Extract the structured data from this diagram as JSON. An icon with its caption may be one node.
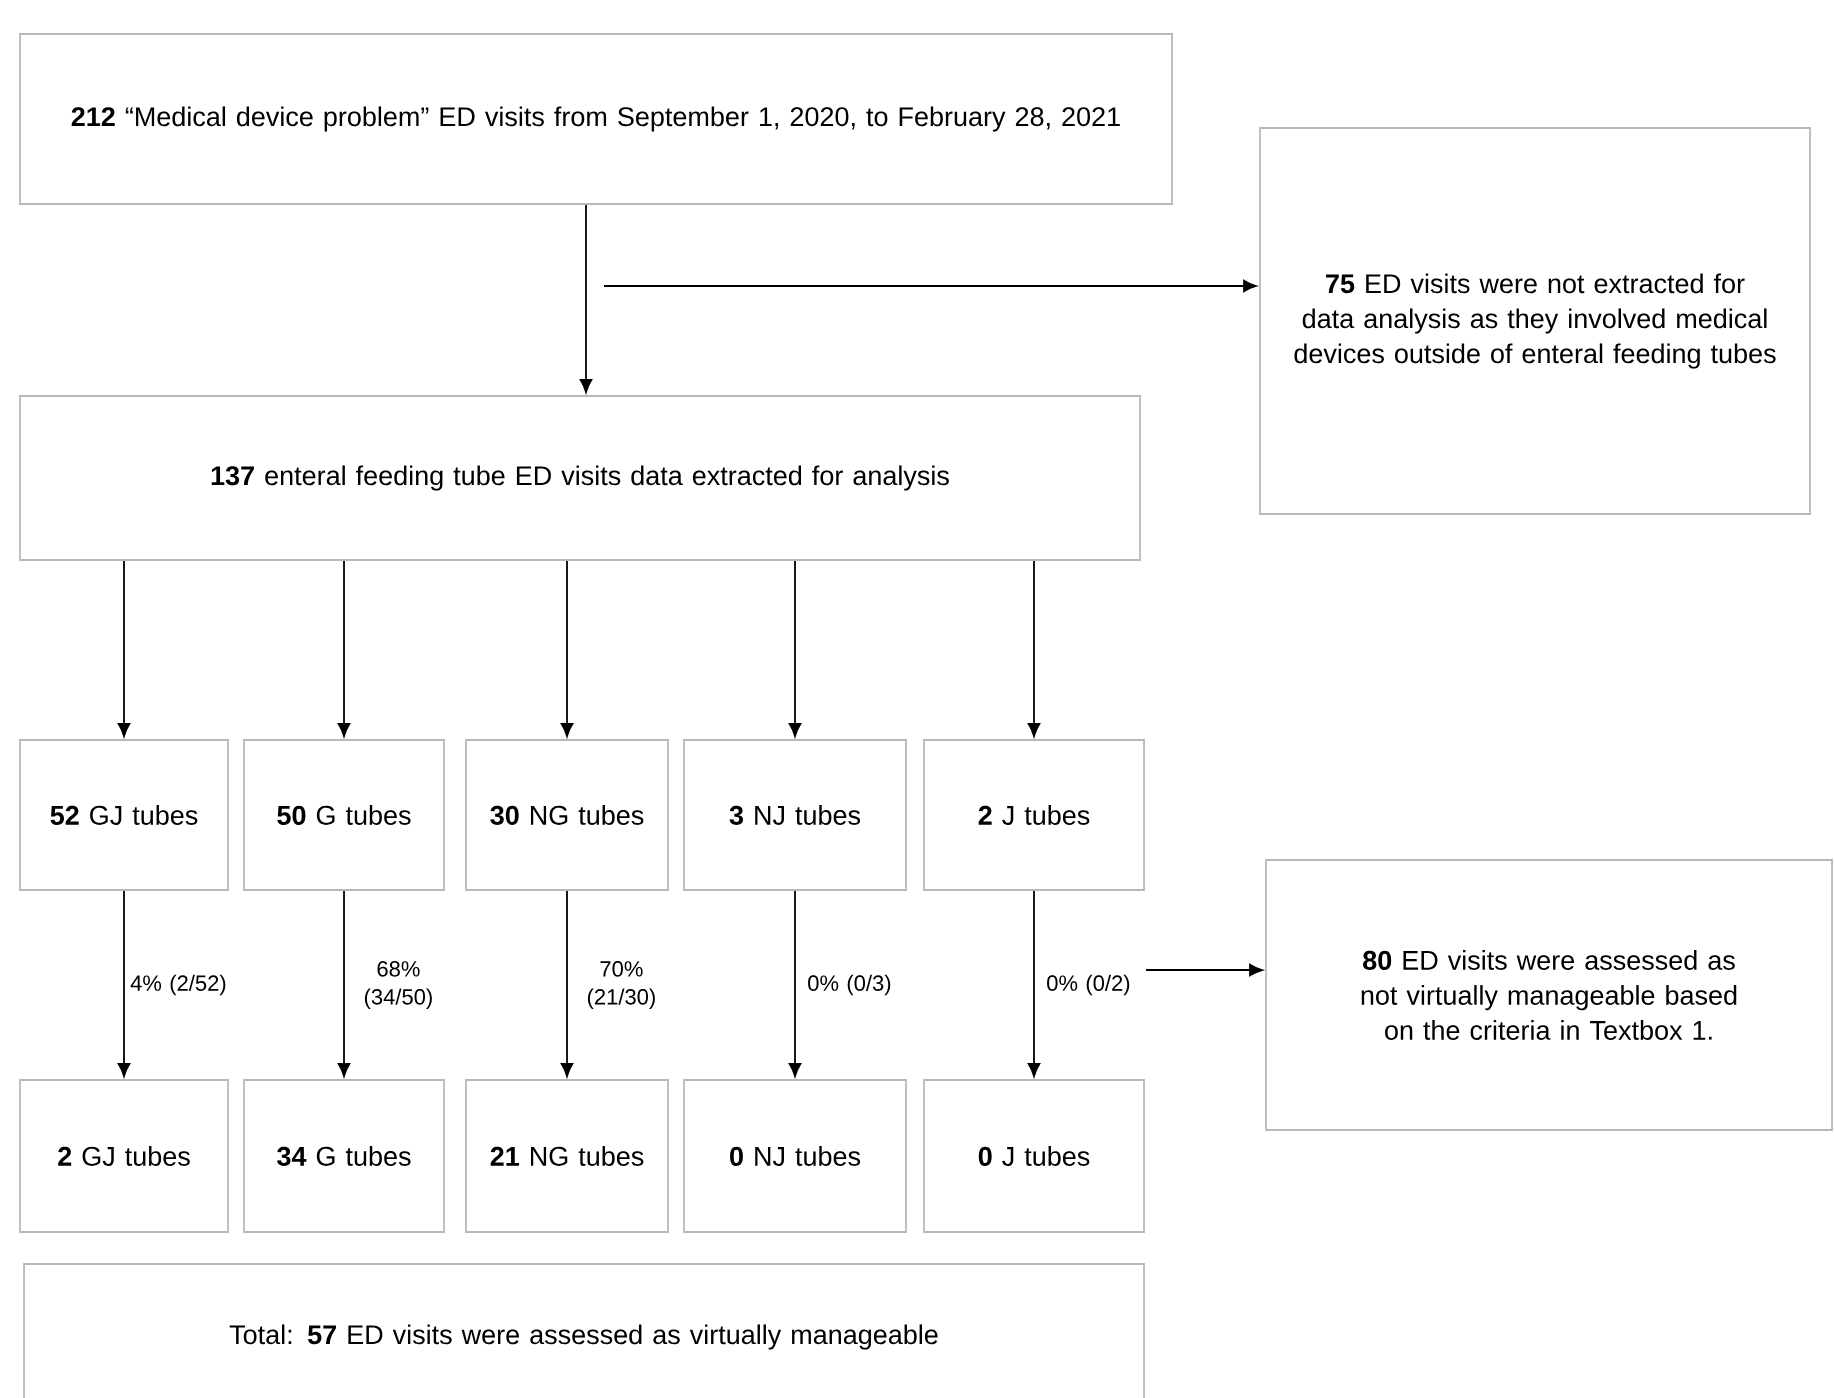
{
  "diagram": {
    "nodes": [
      {
        "text": [
          "**212** “Medical device problem” ED visits from September 1, 2020, to February 28, 2021"
        ]
      },
      {
        "text": [
          "**75** ED visits were not extracted for data analysis as they involved medical devices outside of enteral feeding tubes"
        ]
      },
      {
        "text": [
          "**137** enteral feeding tube ED visits data extracted for analysis"
        ]
      },
      {
        "text": [
          "**52** GJ tubes"
        ]
      },
      {
        "text": [
          "**50** G tubes"
        ]
      },
      {
        "text": [
          "**30** NG tubes"
        ]
      },
      {
        "text": [
          "**3** NJ tubes"
        ]
      },
      {
        "text": [
          "**2** J tubes"
        ]
      },
      {
        "text": [
          "**80** ED visits were assessed as not virtually manageable based on the criteria in Textbox 1."
        ]
      },
      {
        "text": [
          "**2** GJ tubes"
        ]
      },
      {
        "text": [
          "**34** G tubes"
        ]
      },
      {
        "text": [
          "**21** NG tubes"
        ]
      },
      {
        "text": [
          "**0** NJ tubes"
        ]
      },
      {
        "text": [
          "**0** J tubes"
        ]
      },
      {
        "text": [
          "Total: **57** ED visits were assessed as virtually manageable"
        ]
      }
    ],
    "edges": [
      {
        "from": 0,
        "to": 2,
        "arrow": "to"
      },
      {
        "from": null,
        "to": 1,
        "arrow": "to"
      },
      {
        "from": 2,
        "to": 3,
        "arrow": "to"
      },
      {
        "from": 2,
        "to": 4,
        "arrow": "to"
      },
      {
        "from": 2,
        "to": 5,
        "arrow": "to"
      },
      {
        "from": 2,
        "to": 6,
        "arrow": "to"
      },
      {
        "from": 2,
        "to": 7,
        "arrow": "to"
      },
      {
        "from": 3,
        "to": 9,
        "arrow": "to",
        "label": "4% (2/52)"
      },
      {
        "from": 4,
        "to": 10,
        "arrow": "to",
        "label": "68% (34/50)"
      },
      {
        "from": 5,
        "to": 11,
        "arrow": "to",
        "label": "70% (21/30)"
      },
      {
        "from": 6,
        "to": 12,
        "arrow": "to",
        "label": "0% (0/3)"
      },
      {
        "from": 7,
        "to": 13,
        "arrow": "to",
        "label": "0% (0/2)"
      },
      {
        "from": null,
        "to": 8,
        "arrow": "to"
      }
    ]
  }
}
